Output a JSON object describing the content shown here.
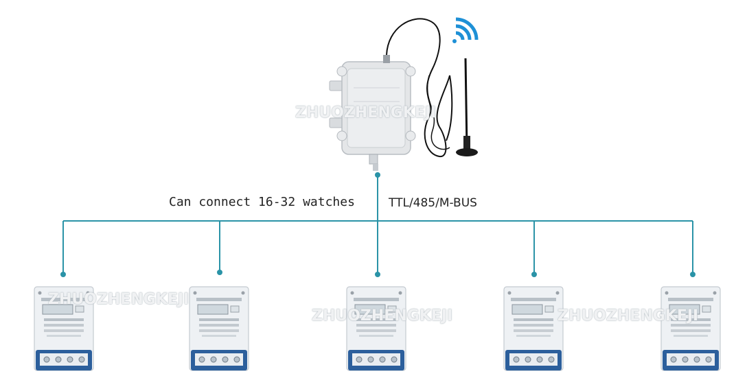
{
  "labels": {
    "connect": "Can connect 16-32 watches",
    "protocol": "TTL/485/M-BUS"
  },
  "watermark": "ZHUOZHENGKEJI",
  "colors": {
    "line": "#2a93a7",
    "meter_body": "#eef1f4",
    "meter_lcd": "#cfd8de",
    "meter_base": "#2c5f9c",
    "box": "#e6e8ea",
    "wifi": "#1e90d6"
  },
  "icons": [
    "wifi-icon",
    "antenna-icon"
  ]
}
